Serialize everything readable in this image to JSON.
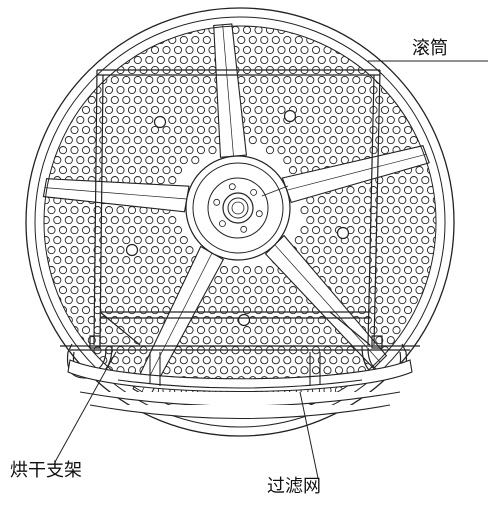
{
  "labels": {
    "drum": "滚筒",
    "drying_rack": "烘干支架",
    "filter": "过滤网"
  },
  "colors": {
    "line": "#222222",
    "background": "#ffffff"
  }
}
